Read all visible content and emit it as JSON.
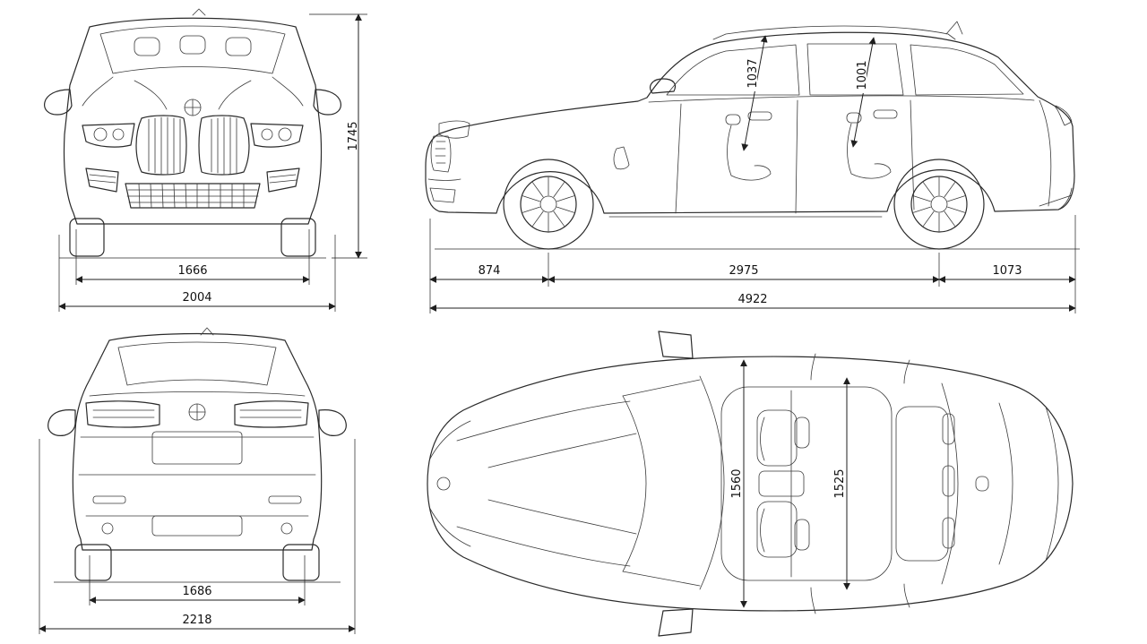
{
  "diagram": {
    "background": "#ffffff",
    "line_color": "#2b2b2b"
  },
  "dims": {
    "front": {
      "overall_height": "1745",
      "front_track": "1666",
      "body_width": "2004"
    },
    "side": {
      "headroom_front": "1037",
      "headroom_rear": "1001",
      "front_overhang": "874",
      "wheelbase": "2975",
      "rear_overhang": "1073",
      "overall_length": "4922"
    },
    "rear": {
      "rear_track": "1686",
      "width_incl_mirrors": "2218"
    },
    "top": {
      "interior_width_front": "1560",
      "interior_width_rear": "1525"
    }
  }
}
